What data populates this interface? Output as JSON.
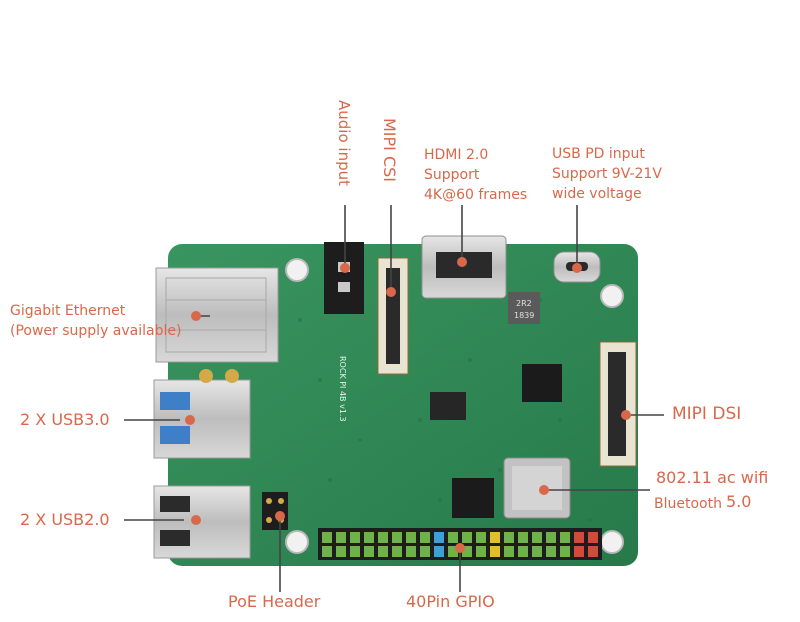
{
  "labels": {
    "audio_input": "Audio input",
    "mipi_csi": "MIPI CSI",
    "hdmi": [
      "HDMI 2.0",
      "Support",
      "4K@60 frames"
    ],
    "usb_pd": [
      "USB PD input",
      "Support 9V-21V",
      "wide voltage"
    ],
    "ethernet": [
      "Gigabit Ethernet",
      "(Power supply available)"
    ],
    "usb3": "2 X USB3.0",
    "usb2": "2 X USB2.0",
    "mipi_dsi": "MIPI DSI",
    "wifi": "802.11 ac wifi",
    "bluetooth": "Bluetooth",
    "bluetooth_ver": "5.0",
    "poe": "PoE Header",
    "gpio": "40Pin GPIO"
  },
  "board": {
    "silkscreen": "ROCK PI 4B v1.3",
    "inductor_code": [
      "2R2",
      "1839"
    ]
  },
  "colors": {
    "label": "#d9684a",
    "pcb": "#2f8a55",
    "pcb_dark": "#1f6b3f",
    "metal": "#c9c9c9",
    "chip": "#1b1b1b",
    "usb3_blue": "#3f7fc8"
  }
}
